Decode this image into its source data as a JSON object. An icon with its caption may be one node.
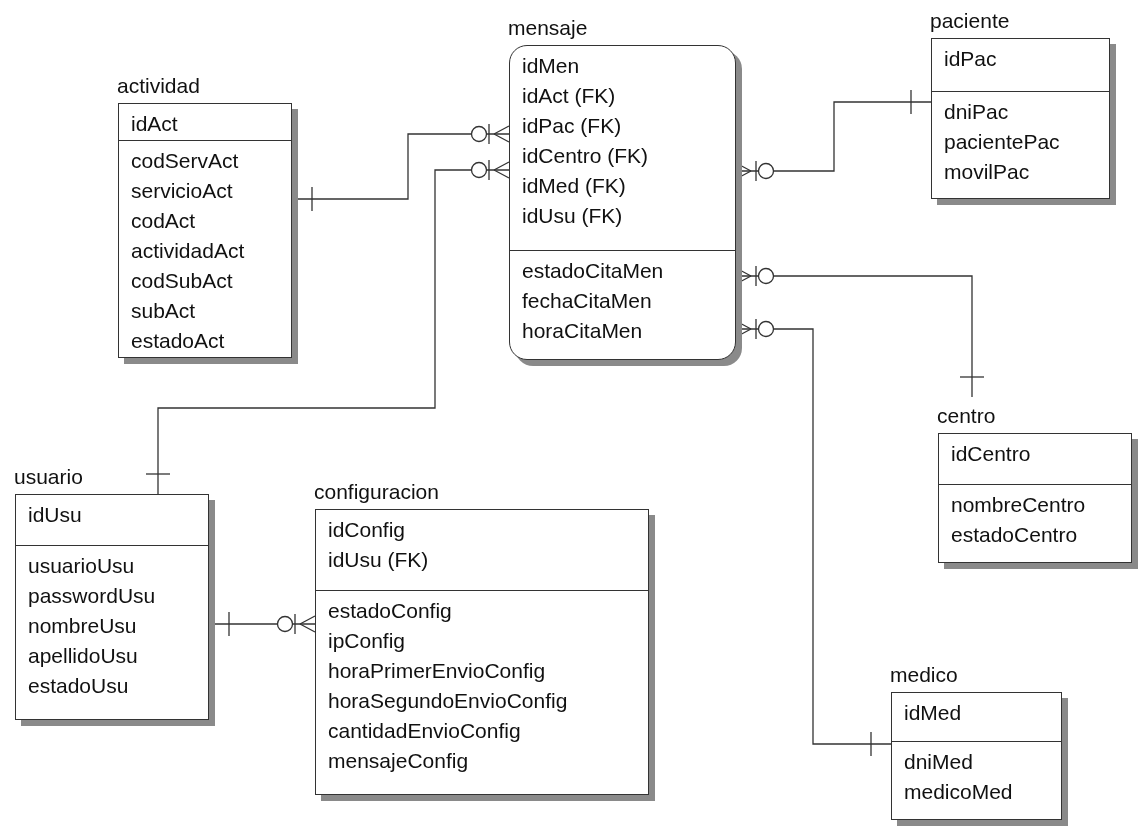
{
  "diagram": {
    "nodes": [
      {
        "text": [
          "actividad"
        ]
      },
      {
        "text": [
          "idAct"
        ],
        "in": 0
      },
      {
        "text": [
          "codServAct",
          "servicioAct",
          "codAct",
          "actividadAct",
          "codSubAct",
          "subAct",
          "estadoAct"
        ],
        "in": 0
      },
      {
        "text": [
          "mensaje"
        ]
      },
      {
        "text": [
          "idMen",
          "idAct (FK)",
          "idPac (FK)",
          "idCentro (FK)",
          "idMed (FK)",
          "idUsu (FK)"
        ],
        "in": 3
      },
      {
        "text": [
          "estadoCitaMen",
          "fechaCitaMen",
          "horaCitaMen"
        ],
        "in": 3
      },
      {
        "text": [
          "paciente"
        ]
      },
      {
        "text": [
          "idPac"
        ],
        "in": 6
      },
      {
        "text": [
          "dniPac",
          "pacientePac",
          "movilPac"
        ],
        "in": 6
      },
      {
        "text": [
          "centro"
        ]
      },
      {
        "text": [
          "idCentro"
        ],
        "in": 9
      },
      {
        "text": [
          "nombreCentro",
          "estadoCentro"
        ],
        "in": 9
      },
      {
        "text": [
          "usuario"
        ]
      },
      {
        "text": [
          "idUsu"
        ],
        "in": 12
      },
      {
        "text": [
          "usuarioUsu",
          "passwordUsu",
          "nombreUsu",
          "apellidoUsu",
          "estadoUsu"
        ],
        "in": 12
      },
      {
        "text": [
          "configuracion"
        ]
      },
      {
        "text": [
          "idConfig",
          "idUsu (FK)"
        ],
        "in": 15
      },
      {
        "text": [
          "estadoConfig",
          "ipConfig",
          "horaPrimerEnvioConfig",
          "horaSegundoEnvioConfig",
          "cantidadEnvioConfig",
          "mensajeConfig"
        ],
        "in": 15
      },
      {
        "text": [
          "medico"
        ]
      },
      {
        "text": [
          "idMed"
        ],
        "in": 18
      },
      {
        "text": [
          "dniMed",
          "medicoMed"
        ],
        "in": 18
      }
    ],
    "edges": [
      {
        "from": 0,
        "to": 3,
        "arrow": "other"
      },
      {
        "from": 12,
        "to": 3,
        "arrow": "other"
      },
      {
        "from": 6,
        "to": 3,
        "arrow": "other"
      },
      {
        "from": 9,
        "to": 3,
        "arrow": "other"
      },
      {
        "from": 18,
        "to": 3,
        "arrow": "other"
      },
      {
        "from": 12,
        "to": 15,
        "arrow": "other"
      }
    ]
  }
}
